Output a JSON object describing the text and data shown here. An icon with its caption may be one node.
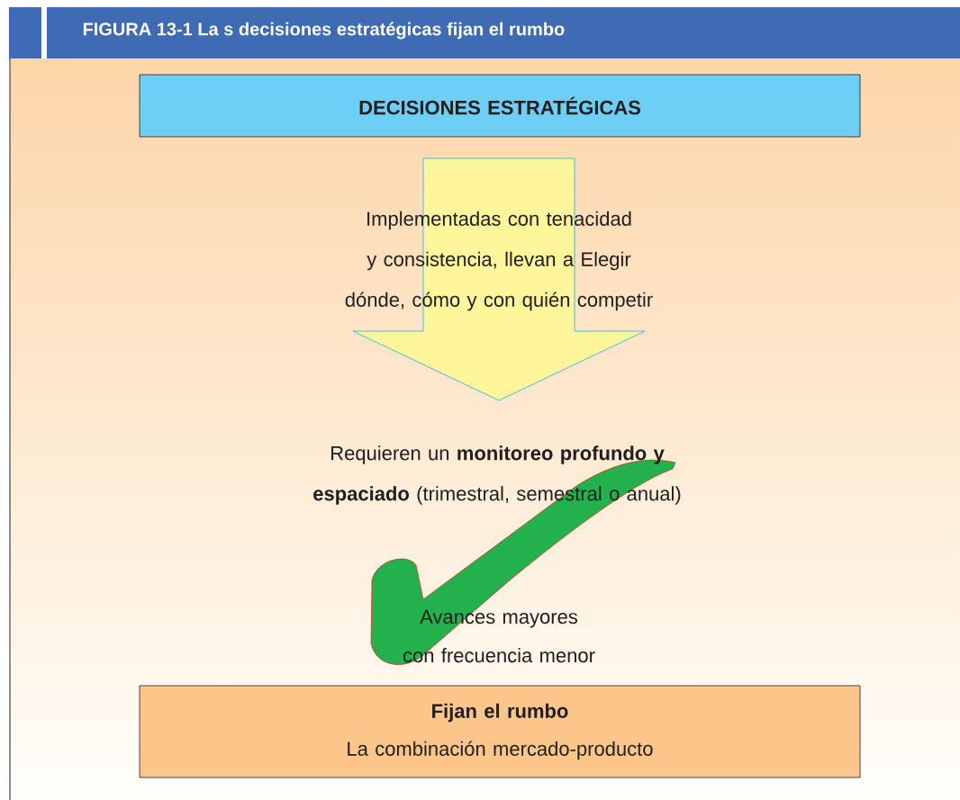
{
  "diagram": {
    "title": "FIGURA 13-1 La s decisiones estratégicas fijan el rumbo",
    "nodes": [
      {
        "text": [
          "DECISIONES ESTRATÉGICAS"
        ]
      },
      {
        "text": [
          "Implementadas con tenacidad y consistencia, llevan a Elegir dónde, cómo y con quién competir"
        ]
      },
      {
        "text": [
          "Fijan el rumbo",
          "La combinación mercado-producto"
        ]
      }
    ],
    "labels": [
      "Requieren un **monitoreo profundo y espaciado** (trimestral, semestral o anual)",
      "Avances mayores con frecuencia menor"
    ]
  }
}
